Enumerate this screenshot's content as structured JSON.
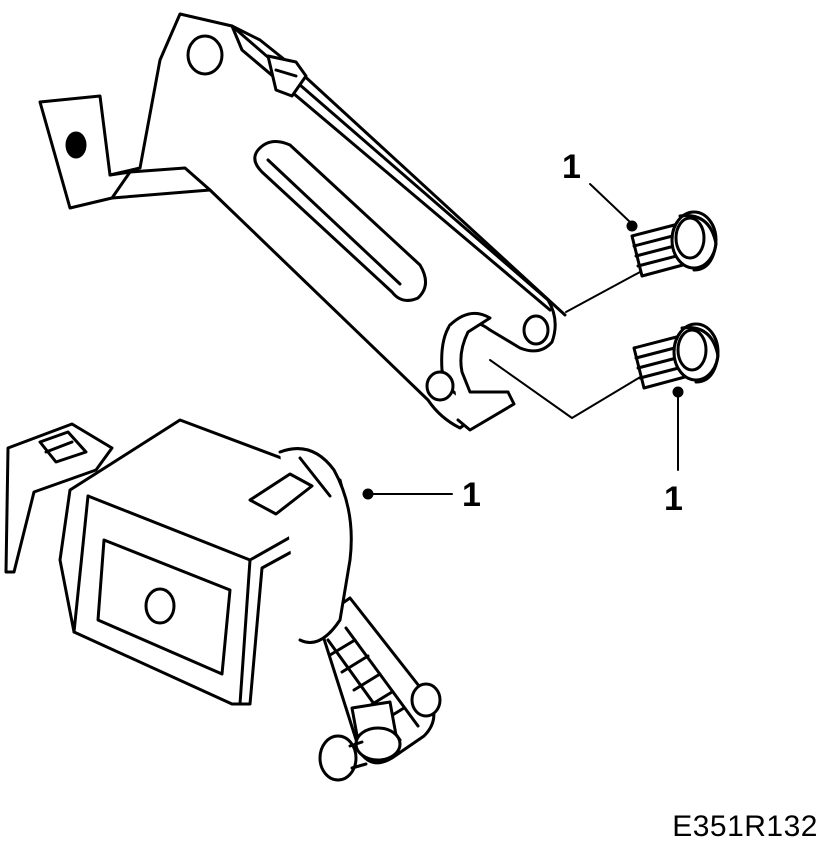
{
  "callouts": [
    {
      "id": "a",
      "label": "1"
    },
    {
      "id": "b",
      "label": "1"
    },
    {
      "id": "c",
      "label": "1"
    }
  ],
  "figure_code": "E351R132",
  "colors": {
    "ink": "#000000",
    "paper": "#ffffff"
  }
}
